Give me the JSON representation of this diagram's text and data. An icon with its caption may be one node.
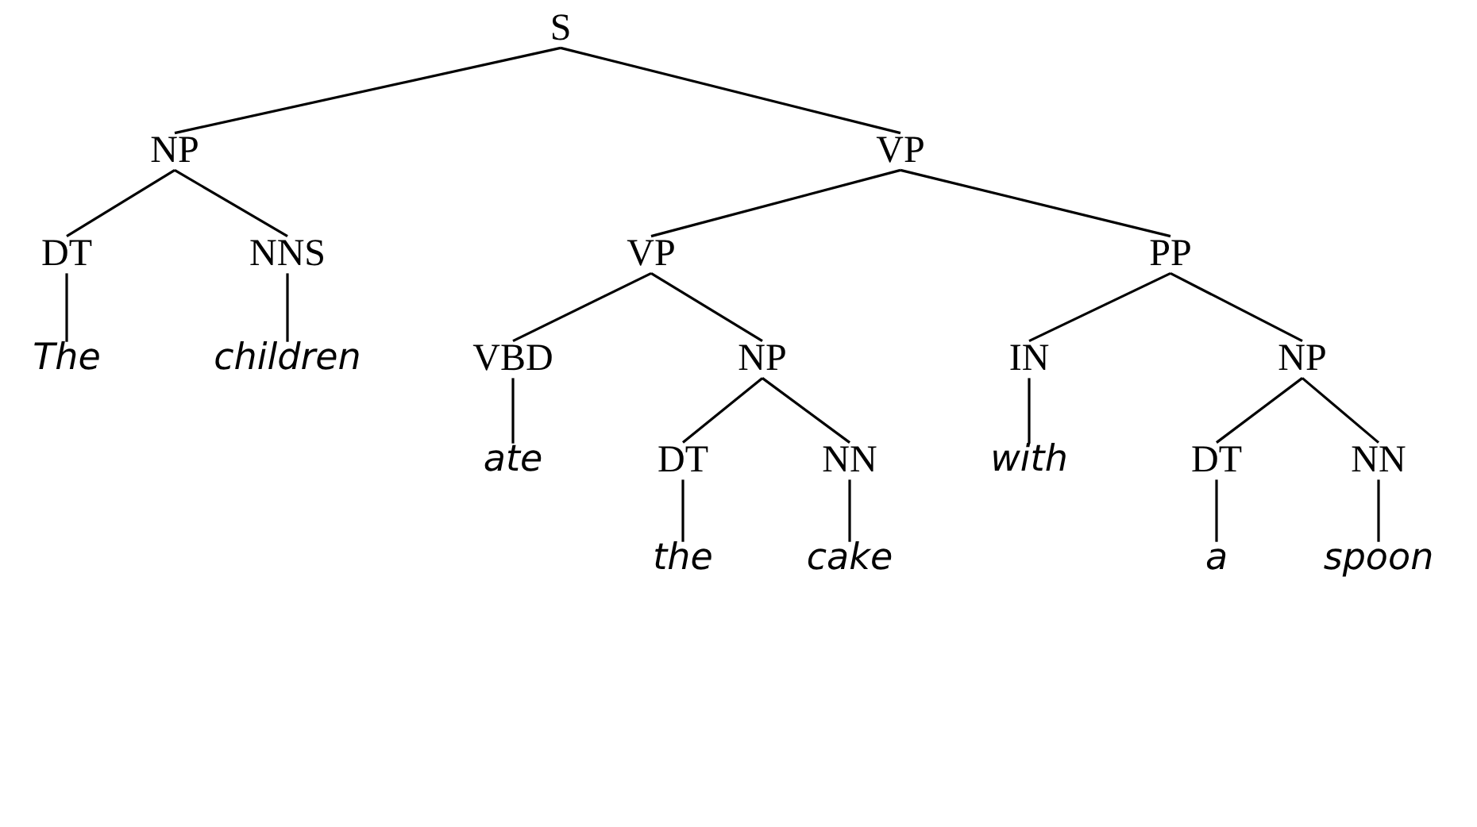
{
  "diagram": {
    "nodes": [
      {
        "text": [
          "S"
        ]
      },
      {
        "text": [
          "NP"
        ]
      },
      {
        "text": [
          "VP"
        ]
      },
      {
        "text": [
          "DT"
        ]
      },
      {
        "text": [
          "NNS"
        ]
      },
      {
        "text": [
          "VP"
        ]
      },
      {
        "text": [
          "PP"
        ]
      },
      {
        "text": [
          "The"
        ]
      },
      {
        "text": [
          "children"
        ]
      },
      {
        "text": [
          "VBD"
        ]
      },
      {
        "text": [
          "NP"
        ]
      },
      {
        "text": [
          "IN"
        ]
      },
      {
        "text": [
          "NP"
        ]
      },
      {
        "text": [
          "ate"
        ]
      },
      {
        "text": [
          "DT"
        ]
      },
      {
        "text": [
          "NN"
        ]
      },
      {
        "text": [
          "with"
        ]
      },
      {
        "text": [
          "DT"
        ]
      },
      {
        "text": [
          "NN"
        ]
      },
      {
        "text": [
          "the"
        ]
      },
      {
        "text": [
          "cake"
        ]
      },
      {
        "text": [
          "a"
        ]
      },
      {
        "text": [
          "spoon"
        ]
      }
    ],
    "edges": [
      {
        "from": 0,
        "to": 1,
        "arrow": "none"
      },
      {
        "from": 0,
        "to": 2,
        "arrow": "none"
      },
      {
        "from": 1,
        "to": 3,
        "arrow": "none"
      },
      {
        "from": 1,
        "to": 4,
        "arrow": "none"
      },
      {
        "from": 2,
        "to": 5,
        "arrow": "none"
      },
      {
        "from": 2,
        "to": 6,
        "arrow": "none"
      },
      {
        "from": 3,
        "to": 7,
        "arrow": "none"
      },
      {
        "from": 4,
        "to": 8,
        "arrow": "none"
      },
      {
        "from": 5,
        "to": 9,
        "arrow": "none"
      },
      {
        "from": 5,
        "to": 10,
        "arrow": "none"
      },
      {
        "from": 6,
        "to": 11,
        "arrow": "none"
      },
      {
        "from": 6,
        "to": 12,
        "arrow": "none"
      },
      {
        "from": 9,
        "to": 13,
        "arrow": "none"
      },
      {
        "from": 10,
        "to": 14,
        "arrow": "none"
      },
      {
        "from": 10,
        "to": 15,
        "arrow": "none"
      },
      {
        "from": 11,
        "to": 16,
        "arrow": "none"
      },
      {
        "from": 12,
        "to": 17,
        "arrow": "none"
      },
      {
        "from": 12,
        "to": 18,
        "arrow": "none"
      },
      {
        "from": 14,
        "to": 19,
        "arrow": "none"
      },
      {
        "from": 15,
        "to": 20,
        "arrow": "none"
      },
      {
        "from": 17,
        "to": 21,
        "arrow": "none"
      },
      {
        "from": 18,
        "to": 22,
        "arrow": "none"
      }
    ]
  }
}
